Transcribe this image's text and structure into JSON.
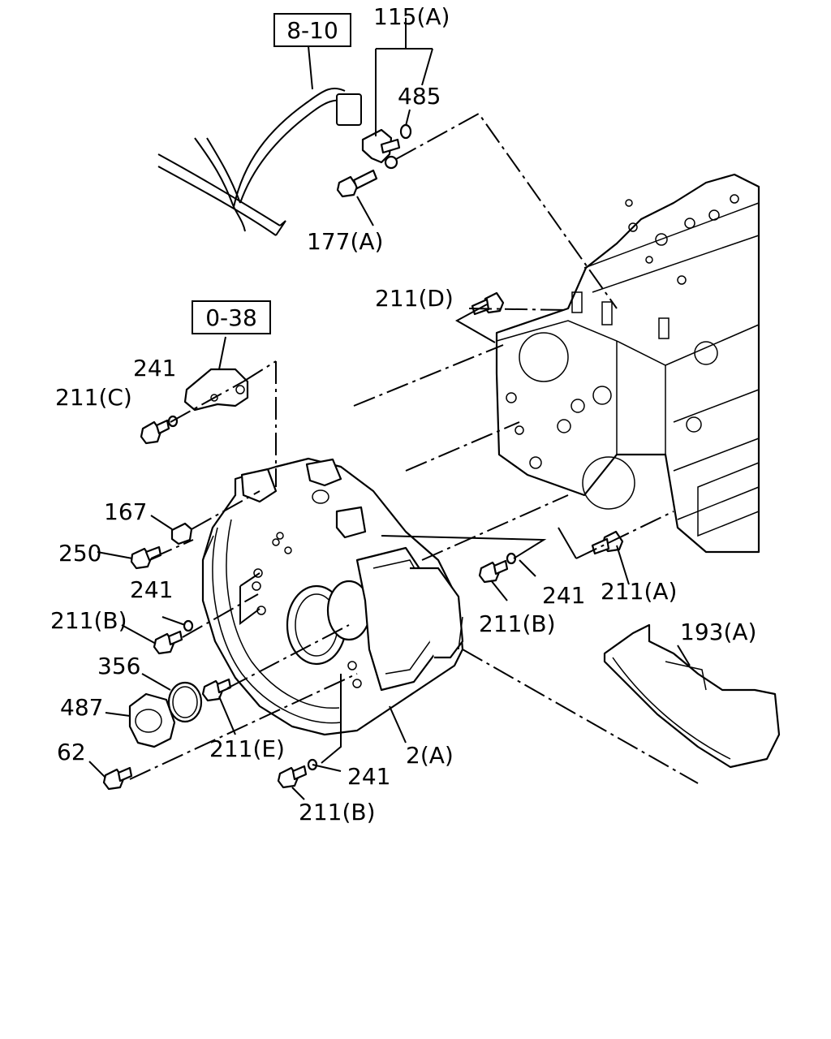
{
  "refs": {
    "r1": "8-10",
    "r2": "0-38"
  },
  "labels": {
    "l115A": "115(A)",
    "l485": "485",
    "l177A": "177(A)",
    "l211D": "211(D)",
    "l241a": "241",
    "l211C": "211(C)",
    "l167": "167",
    "l250": "250",
    "l241b": "241",
    "l211Ba": "211(B)",
    "l356": "356",
    "l487": "487",
    "l62": "62",
    "l211E": "211(E)",
    "l2A": "2(A)",
    "l241c": "241",
    "l211Bb": "211(B)",
    "l241d": "241",
    "l211Bc": "211(B)",
    "l211A": "211(A)",
    "l193A": "193(A)"
  }
}
